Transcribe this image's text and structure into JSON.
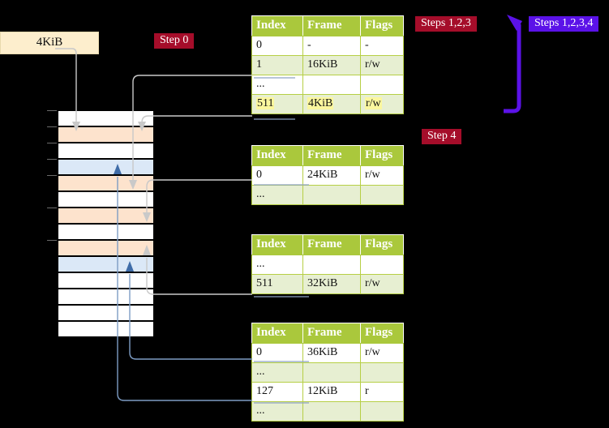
{
  "diagram": {
    "title_badges": [
      {
        "id": "step0",
        "label": "Step 0",
        "color": "#a50d2a",
        "style": "red"
      },
      {
        "id": "steps123",
        "label": "Steps 1,2,3",
        "color": "#a50d2a",
        "style": "red"
      },
      {
        "id": "steps1234",
        "label": "Steps 1,2,3,4",
        "color": "#5b12e8",
        "style": "violet"
      },
      {
        "id": "step4",
        "label": "Step 4",
        "color": "#a50d2a",
        "style": "red"
      }
    ],
    "memory_label": {
      "text": "4KiB"
    },
    "colors": {
      "header_green": "#aac83c",
      "row_alt_green": "#e7efd2",
      "highlight_yellow": "#fbf79e",
      "orange_block": "#fde3cd",
      "blue_block": "#dbe8f7",
      "cream_box": "#fdeecd",
      "gray_wire": "#c9c9c9",
      "blue_wire": "#7d9cc4",
      "violet_wire": "#5b12e8",
      "badge_red": "#a50d2a",
      "badge_violet": "#5b12e8"
    },
    "columns": [
      "Index",
      "Frame",
      "Flags"
    ],
    "tables": [
      {
        "id": "pml4",
        "rows": [
          {
            "index": "0",
            "frame": "-",
            "flags": "-",
            "shade": "plain",
            "highlight": false
          },
          {
            "index": "1",
            "frame": "16KiB",
            "flags": "r/w",
            "shade": "alt",
            "highlight": false
          },
          {
            "index": "...",
            "frame": "",
            "flags": "",
            "shade": "plain",
            "highlight": false
          },
          {
            "index": "511",
            "frame": "4KiB",
            "flags": "r/w",
            "shade": "alt",
            "highlight": true
          }
        ]
      },
      {
        "id": "pdpt",
        "rows": [
          {
            "index": "0",
            "frame": "24KiB",
            "flags": "r/w",
            "shade": "plain",
            "highlight": false
          },
          {
            "index": "...",
            "frame": "",
            "flags": "",
            "shade": "alt",
            "highlight": false
          }
        ]
      },
      {
        "id": "pd",
        "rows": [
          {
            "index": "...",
            "frame": "",
            "flags": "",
            "shade": "plain",
            "highlight": false
          },
          {
            "index": "511",
            "frame": "32KiB",
            "flags": "r/w",
            "shade": "alt",
            "highlight": false
          }
        ]
      },
      {
        "id": "pt",
        "rows": [
          {
            "index": "0",
            "frame": "36KiB",
            "flags": "r/w",
            "shade": "plain",
            "highlight": false
          },
          {
            "index": "...",
            "frame": "",
            "flags": "",
            "shade": "alt",
            "highlight": false
          },
          {
            "index": "127",
            "frame": "12KiB",
            "flags": "r",
            "shade": "plain",
            "highlight": false
          },
          {
            "index": "...",
            "frame": "",
            "flags": "",
            "shade": "alt",
            "highlight": false
          }
        ]
      }
    ],
    "memory_blocks": [
      {
        "slot": 0,
        "fill": "white"
      },
      {
        "slot": 1,
        "fill": "orange"
      },
      {
        "slot": 2,
        "fill": "white"
      },
      {
        "slot": 3,
        "fill": "blue"
      },
      {
        "slot": 4,
        "fill": "orange"
      },
      {
        "slot": 5,
        "fill": "white"
      },
      {
        "slot": 6,
        "fill": "orange"
      },
      {
        "slot": 7,
        "fill": "white"
      },
      {
        "slot": 8,
        "fill": "orange"
      },
      {
        "slot": 9,
        "fill": "blue"
      },
      {
        "slot": 10,
        "fill": "white"
      },
      {
        "slot": 11,
        "fill": "white"
      },
      {
        "slot": 12,
        "fill": "white"
      },
      {
        "slot": 13,
        "fill": "white"
      }
    ]
  }
}
